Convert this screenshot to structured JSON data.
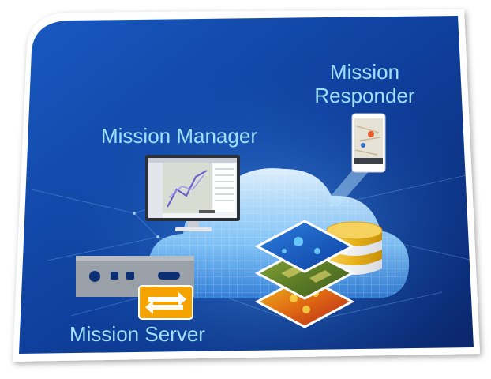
{
  "labels": {
    "mission_responder_line1": "Mission",
    "mission_responder_line2": "Responder",
    "mission_manager": "Mission Manager",
    "mission_server": "Mission Server"
  },
  "icons": [
    "cloud-icon",
    "monitor-icon",
    "phone-icon",
    "server-icon",
    "exchange-arrows-icon",
    "map-layers-icon",
    "database-icon"
  ],
  "colors": {
    "background_dark": "#0b2a78",
    "background_mid": "#1352b8",
    "label_text": "#9ee0ff",
    "frame_border": "#ffffff",
    "exchange_badge": "#f5a300",
    "database_gold": "#e9b21a"
  }
}
